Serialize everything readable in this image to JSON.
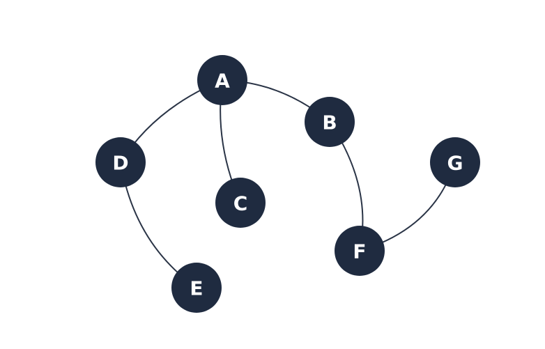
{
  "diagram": {
    "type": "graph",
    "colors": {
      "node_fill": "#1f2b40",
      "node_text": "#ffffff",
      "edge": "#2a3446",
      "background": "#ffffff"
    },
    "nodes": [
      {
        "id": "A",
        "label": "A"
      },
      {
        "id": "B",
        "label": "B"
      },
      {
        "id": "C",
        "label": "C"
      },
      {
        "id": "D",
        "label": "D"
      },
      {
        "id": "E",
        "label": "E"
      },
      {
        "id": "F",
        "label": "F"
      },
      {
        "id": "G",
        "label": "G"
      }
    ],
    "edges": [
      {
        "from": "A",
        "to": "B"
      },
      {
        "from": "A",
        "to": "C"
      },
      {
        "from": "A",
        "to": "D"
      },
      {
        "from": "D",
        "to": "E"
      },
      {
        "from": "B",
        "to": "F"
      },
      {
        "from": "F",
        "to": "G"
      }
    ]
  }
}
